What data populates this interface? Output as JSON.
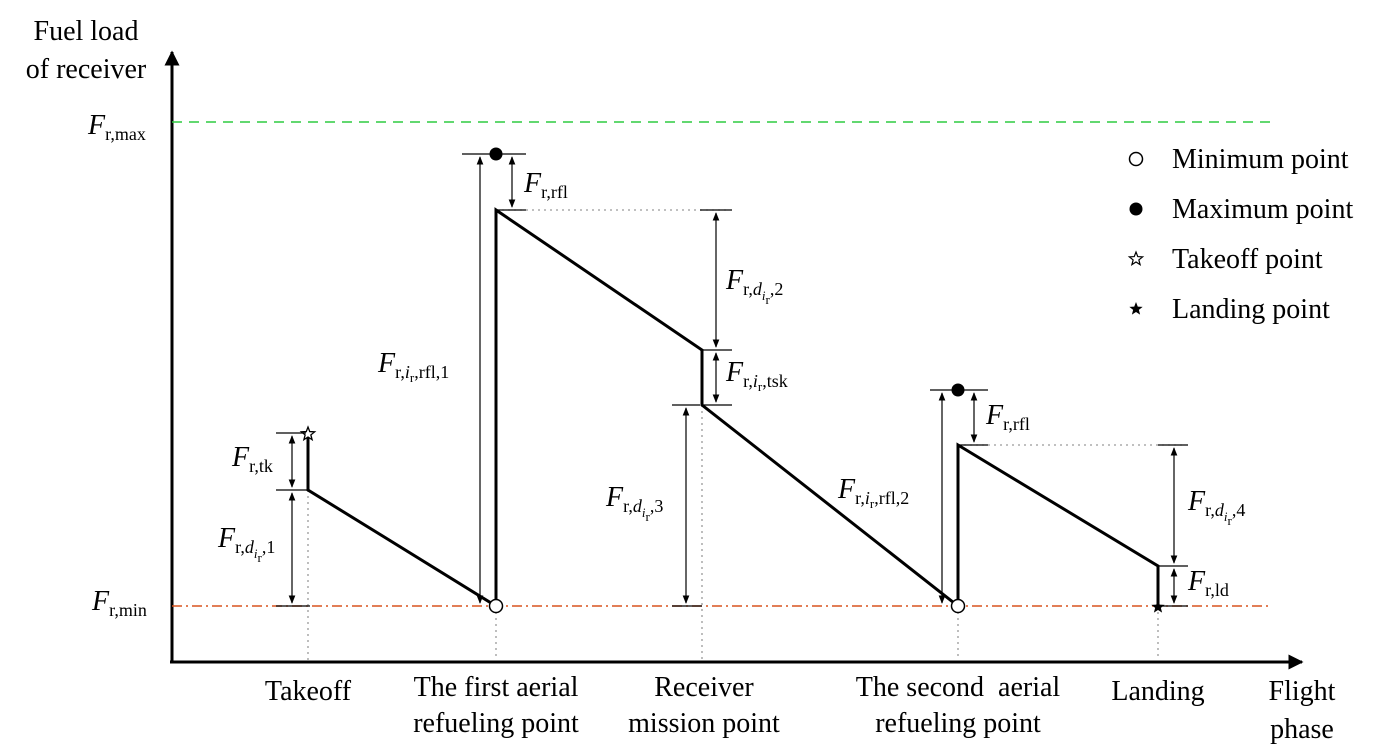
{
  "axes": {
    "y_title_line1": "Fuel load",
    "y_title_line2": "of receiver",
    "x_title_line1": "Flight",
    "x_title_line2": "phase"
  },
  "levels": {
    "max": {
      "F": "F",
      "sub": "r,max",
      "color": "#2ecc40"
    },
    "min": {
      "F": "F",
      "sub": "r,min",
      "color": "#d9541e"
    }
  },
  "phases": [
    {
      "line1": "Takeoff",
      "line2": ""
    },
    {
      "line1": "The first aerial",
      "line2": "refueling point"
    },
    {
      "line1": "Receiver",
      "line2": "mission point"
    },
    {
      "line1": "The second  aerial",
      "line2": "refueling point"
    },
    {
      "line1": "Landing",
      "line2": ""
    }
  ],
  "dimensions": {
    "tk": "r,tk",
    "d1_pre": "r,",
    "d1_i": "i",
    "d1_r": "r",
    "d1_post": ",1",
    "rfl_total_1_pre": "r,",
    "rfl_total_1_i": "i",
    "rfl_total_1_r": "r",
    "rfl_total_1_post": ",rfl,1",
    "rfl_top_1": "r,rfl",
    "d2_pre": "r,",
    "d2_i": "i",
    "d2_r": "r",
    "d2_post": ",2",
    "tsk_pre": "r,",
    "tsk_i": "i",
    "tsk_r": "r",
    "tsk_post": ",tsk",
    "d3_pre": "r,",
    "d3_i": "i",
    "d3_r": "r",
    "d3_post": ",3",
    "rfl_total_2_pre": "r,",
    "rfl_total_2_i": "i",
    "rfl_total_2_r": "r",
    "rfl_total_2_post": ",rfl,2",
    "rfl_top_2": "r,rfl",
    "d4_pre": "r,",
    "d4_i": "i",
    "d4_r": "r",
    "d4_post": ",4",
    "ld": "r,ld",
    "F": "F",
    "d": "d"
  },
  "legend": {
    "items": [
      {
        "label": "Minimum point",
        "icon": "hollow-circle-icon"
      },
      {
        "label": "Maximum point",
        "icon": "filled-circle-icon"
      },
      {
        "label": "Takeoff point",
        "icon": "hollow-star-icon"
      },
      {
        "label": "Landing point",
        "icon": "filled-star-icon"
      }
    ]
  }
}
